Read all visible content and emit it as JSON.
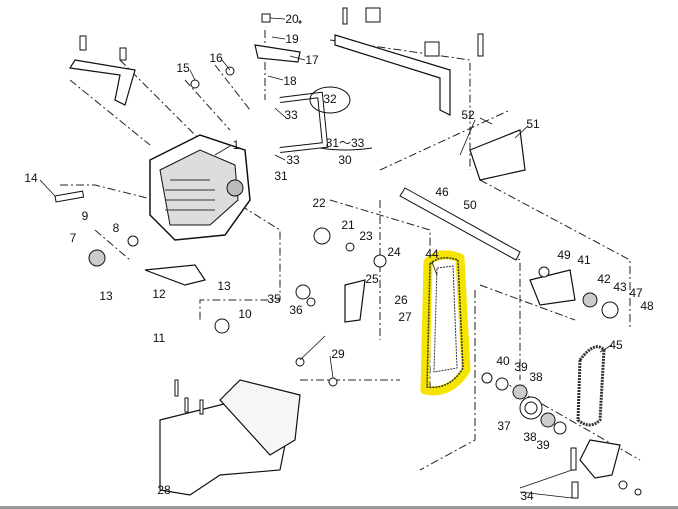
{
  "diagram": {
    "type": "exploded-parts-diagram",
    "highlight_color": "#f5e400",
    "highlighted_part": "44",
    "callouts": [
      "20",
      "19",
      "17",
      "18",
      "16",
      "15",
      "32",
      "33",
      "31～33",
      "30",
      "33",
      "31",
      "1",
      "14",
      "9",
      "7",
      "8",
      "22",
      "21",
      "23",
      "24",
      "25",
      "26",
      "27",
      "13",
      "12",
      "13",
      "35",
      "36",
      "11",
      "10",
      "29",
      "28",
      "44",
      "46",
      "50",
      "49",
      "41",
      "42",
      "43",
      "47",
      "48",
      "52",
      "51",
      "45",
      "40",
      "39",
      "38",
      "37",
      "38",
      "39",
      "34"
    ]
  }
}
